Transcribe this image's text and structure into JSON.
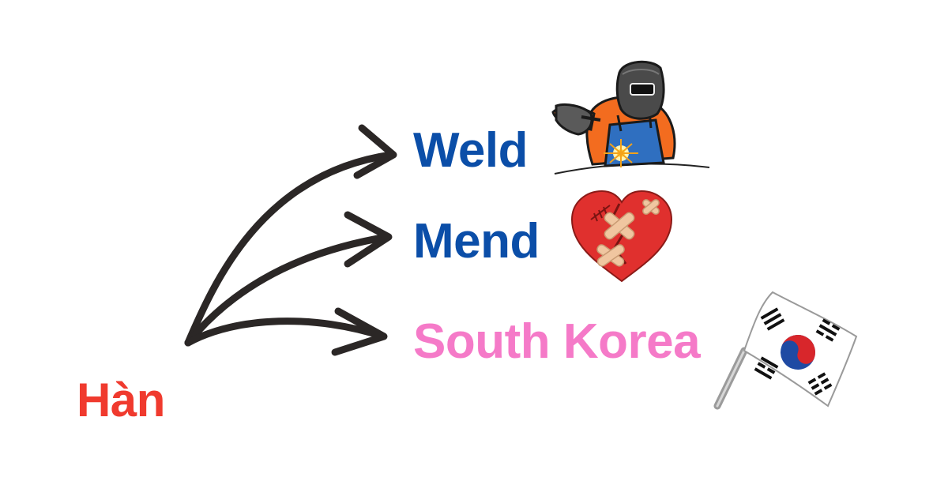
{
  "source": {
    "word": "Hàn",
    "color": "#f03a2e"
  },
  "targets": [
    {
      "id": "weld",
      "label": "Weld",
      "color": "#0b4ea8",
      "icon": "welder-icon"
    },
    {
      "id": "mend",
      "label": "Mend",
      "color": "#0b4ea8",
      "icon": "mended-heart-icon"
    },
    {
      "id": "korea",
      "label": "South Korea",
      "color": "#f57ac8",
      "icon": "south-korea-flag-icon"
    }
  ],
  "arrow_color": "#2b2726"
}
